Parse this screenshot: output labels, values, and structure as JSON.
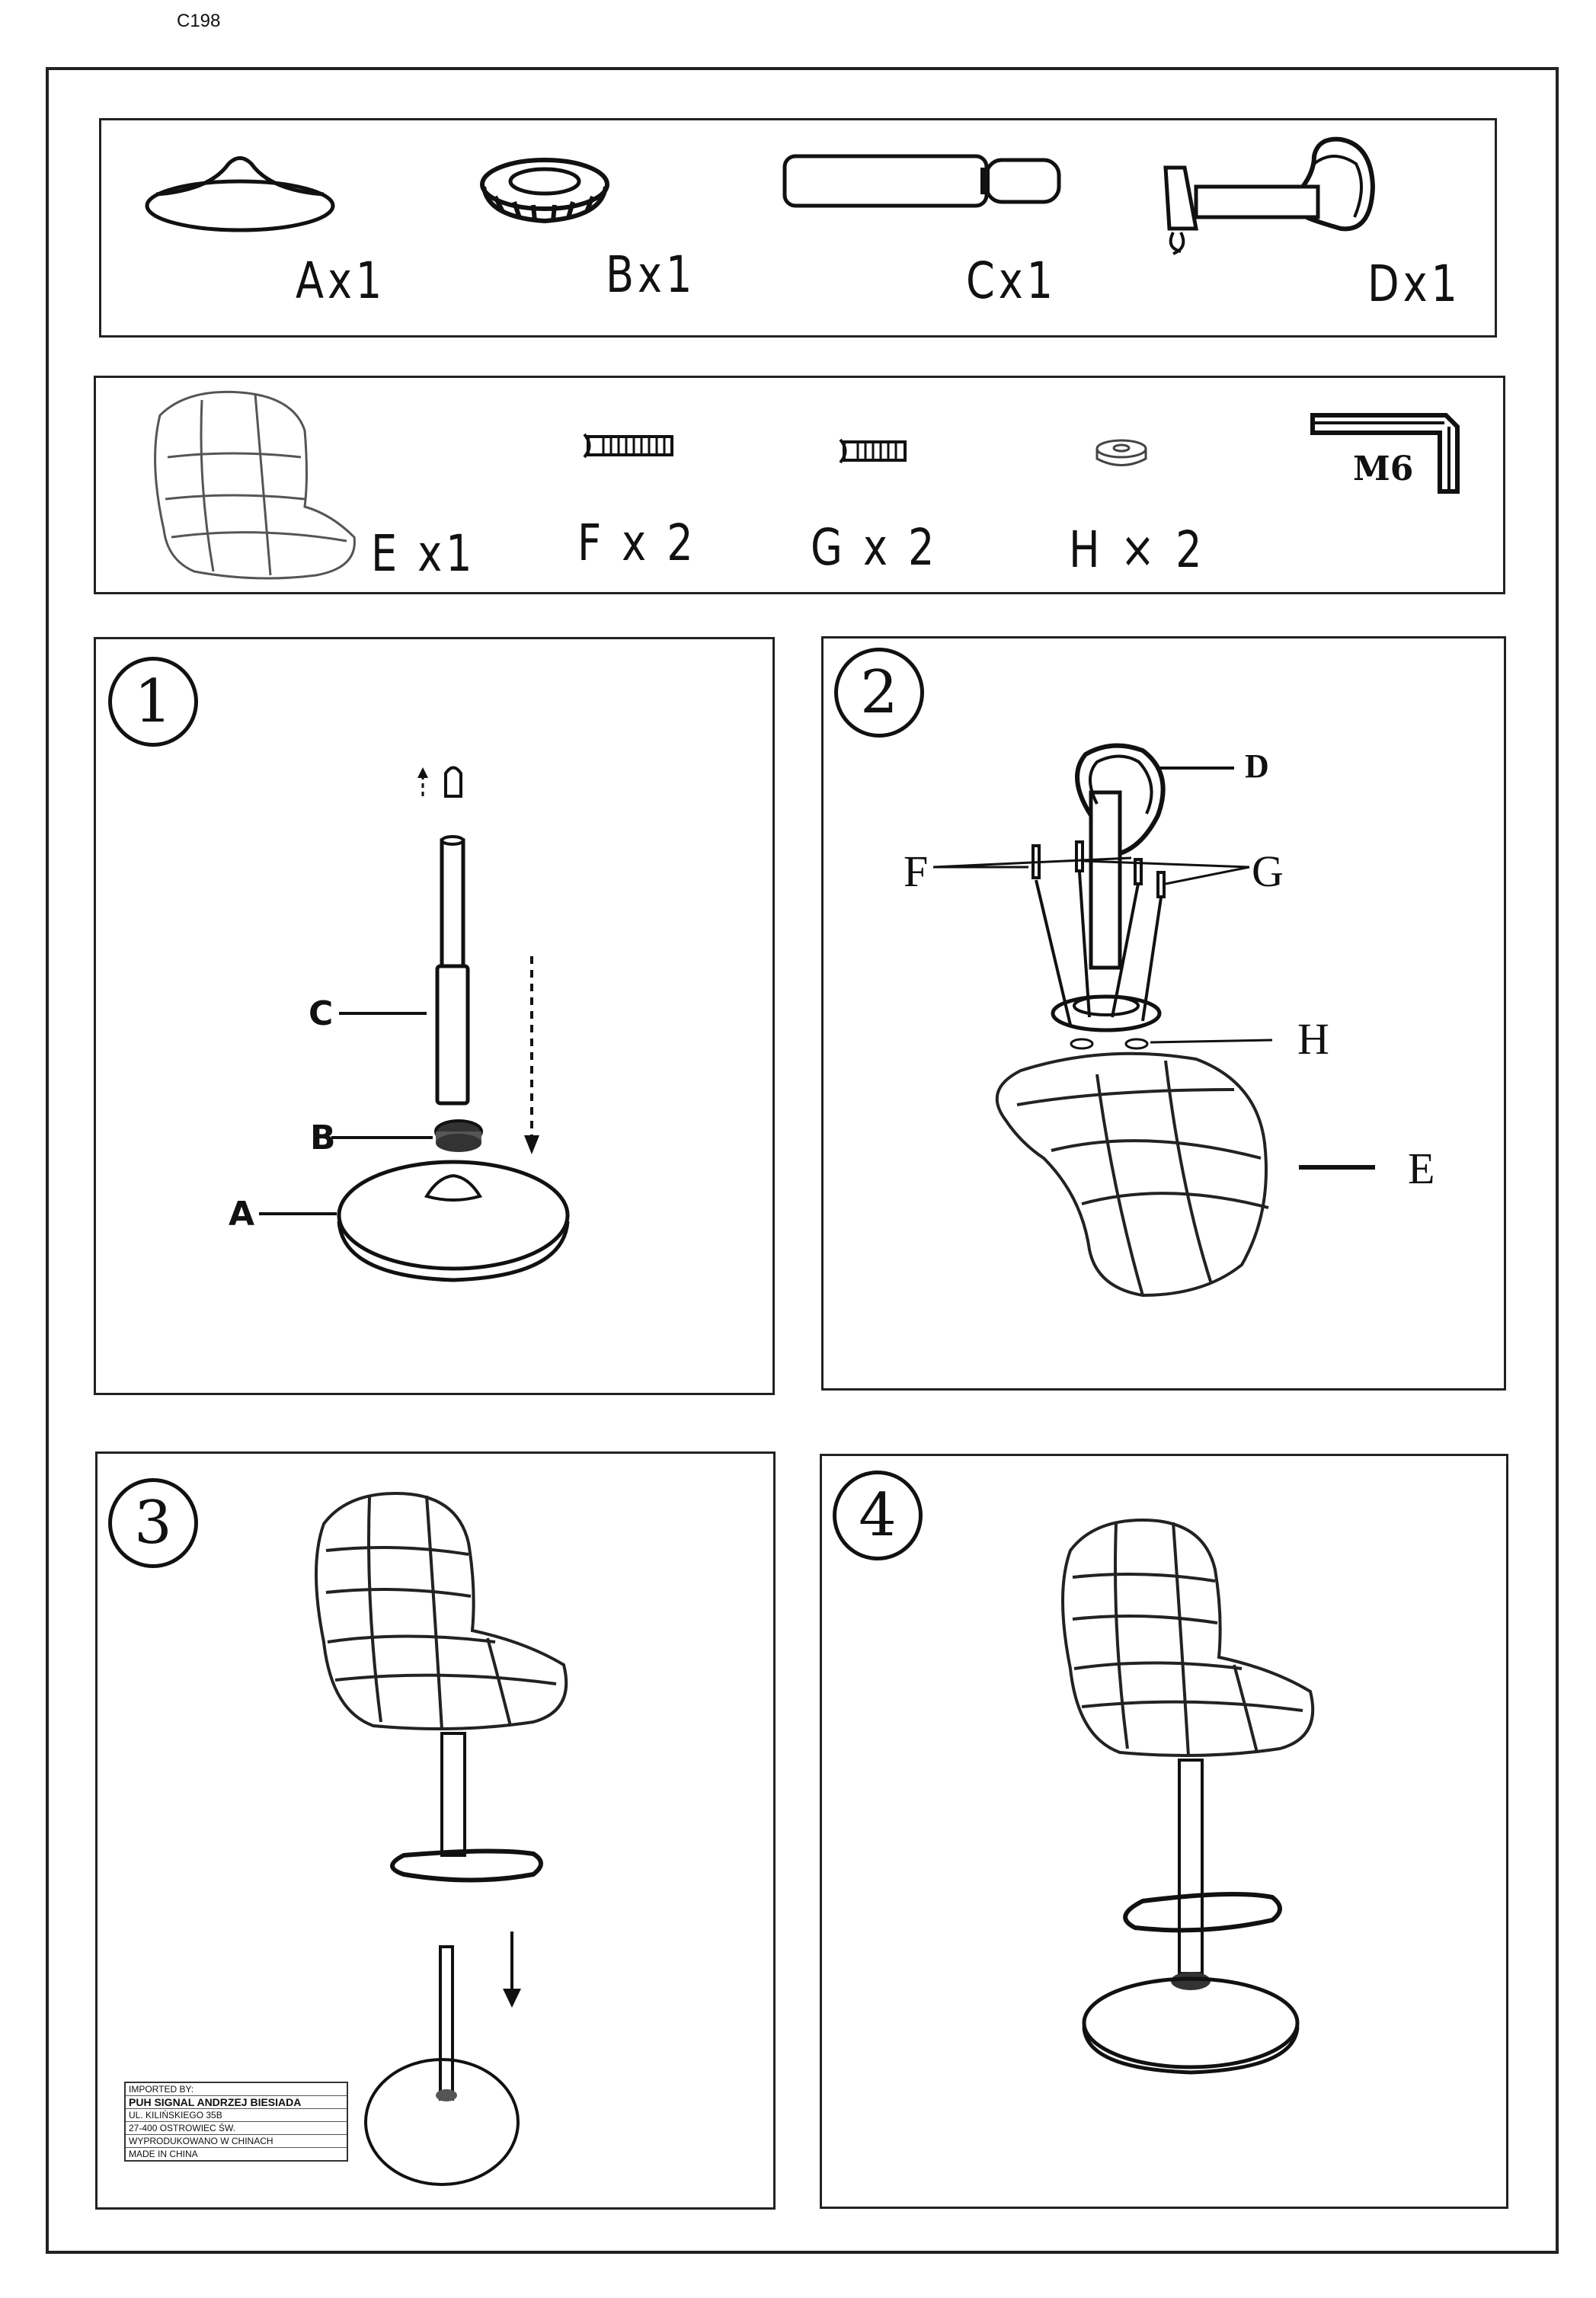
{
  "doc": {
    "code": "C198"
  },
  "parts_row1": [
    {
      "label": "Ax1",
      "icon": "base-plate-icon"
    },
    {
      "label": "Bx1",
      "icon": "bushing-ring-icon"
    },
    {
      "label": "Cx1",
      "icon": "gas-cylinder-icon"
    },
    {
      "label": "Dx1",
      "icon": "footrest-column-icon"
    }
  ],
  "parts_row2": [
    {
      "label": "E x1",
      "icon": "seat-shell-icon"
    },
    {
      "label": "F x 2",
      "icon": "long-screw-icon"
    },
    {
      "label": "G x 2",
      "icon": "short-screw-icon"
    },
    {
      "label": "H × 2",
      "icon": "washer-icon"
    },
    {
      "label": "M6",
      "icon": "allen-key-icon"
    }
  ],
  "steps": [
    {
      "number": "1",
      "callouts": [
        "C",
        "B",
        "A"
      ]
    },
    {
      "number": "2",
      "callouts": [
        "D",
        "F",
        "G",
        "H",
        "E"
      ]
    },
    {
      "number": "3"
    },
    {
      "number": "4"
    }
  ],
  "importer": {
    "lines": [
      "IMPORTED BY:",
      "PUH SIGNAL ANDRZEJ BIESIADA",
      "UL. KILIŃSKIEGO 35B",
      "27-400 OSTROWIEC ŚW.",
      "WYPRODUKOWANO W CHINACH",
      "MADE IN CHINA"
    ]
  }
}
